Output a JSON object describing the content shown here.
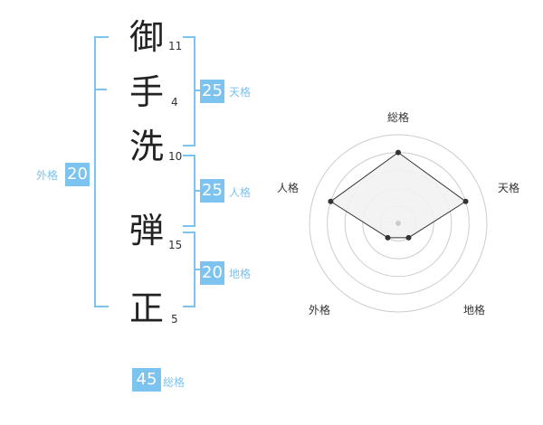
{
  "name": {
    "characters": [
      {
        "char": "御",
        "strokes": "11"
      },
      {
        "char": "手",
        "strokes": "4"
      },
      {
        "char": "洗",
        "strokes": "10"
      },
      {
        "char": "弾",
        "strokes": "15"
      },
      {
        "char": "正",
        "strokes": "5"
      }
    ]
  },
  "fortunes": {
    "tenkaku": {
      "value": "25",
      "label": "天格"
    },
    "jinkaku": {
      "value": "25",
      "label": "人格"
    },
    "chikaku": {
      "value": "20",
      "label": "地格"
    },
    "gaikaku": {
      "value": "20",
      "label": "外格"
    },
    "soukaku": {
      "value": "45",
      "label": "総格"
    }
  },
  "chart_data": {
    "type": "radar",
    "axes": [
      "総格",
      "天格",
      "地格",
      "外格",
      "人格"
    ],
    "values": [
      4,
      4,
      1,
      1,
      4
    ],
    "max": 5,
    "rings": 5,
    "colors": {
      "fill": "#f2f2f2",
      "ring": "#cccccc",
      "line": "#333333",
      "point": "#333333",
      "center": "#cccccc"
    }
  }
}
